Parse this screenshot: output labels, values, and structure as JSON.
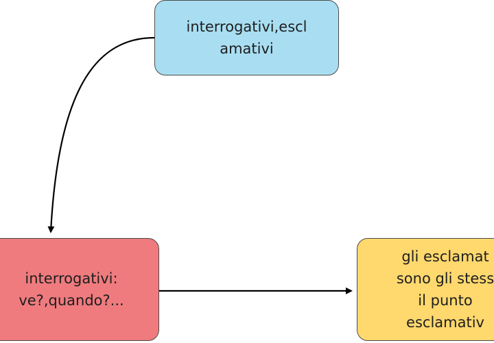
{
  "colors": {
    "top_fill": "#a9def2",
    "left_fill": "#ef7b7e",
    "right_fill": "#ffd86e",
    "stroke": "#000000"
  },
  "nodes": {
    "top": {
      "label": "interrogativi,escl\namativi"
    },
    "left": {
      "label": "interrogativi:\nve?,quando?..."
    },
    "right": {
      "label": "gli esclamat\nsono gli stess\nil punto\nesclamativ"
    }
  }
}
